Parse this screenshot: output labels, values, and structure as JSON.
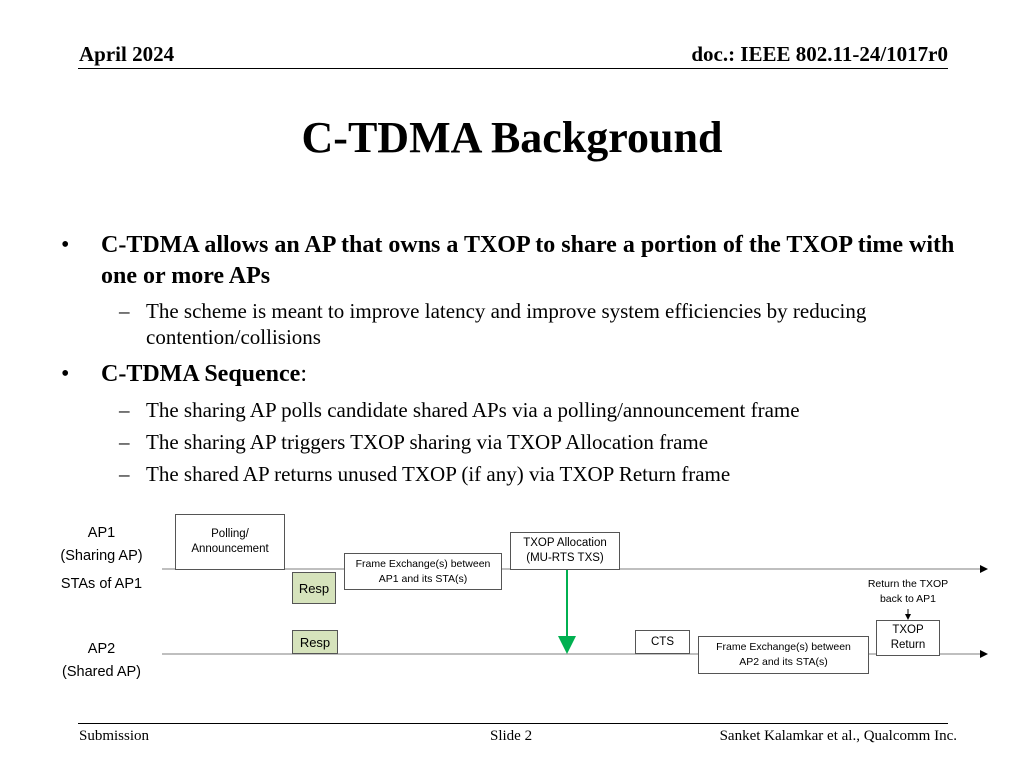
{
  "header": {
    "date": "April 2024",
    "doc": "doc.: IEEE 802.11-24/1017r0"
  },
  "title": "C-TDMA Background",
  "bullets": [
    {
      "text": "C-TDMA allows an AP that owns a TXOP to share a portion of the TXOP time with one or more APs",
      "sub": [
        "The scheme is meant to improve latency and improve system efficiencies by reducing contention/collisions"
      ]
    },
    {
      "text": "C-TDMA Sequence",
      "suffix": ":",
      "sub": [
        "The sharing AP polls candidate shared APs via a polling/announcement frame",
        "The sharing AP triggers TXOP sharing via TXOP Allocation frame",
        "The shared AP returns unused TXOP (if any) via TXOP Return frame"
      ]
    }
  ],
  "diagram": {
    "ap1_label_1": "AP1",
    "ap1_label_2": "(Sharing AP)",
    "stas_label": "STAs of AP1",
    "ap2_label_1": "AP2",
    "ap2_label_2": "(Shared AP)",
    "polling_1": "Polling/",
    "polling_2": "Announcement",
    "fe_ap1_1": "Frame Exchange(s) between",
    "fe_ap1_2": "AP1 and its STA(s)",
    "resp_1": "Resp",
    "txop_alloc_1": "TXOP Allocation",
    "txop_alloc_2": "(MU-RTS TXS)",
    "resp_2": "Resp",
    "cts": "CTS",
    "fe_ap2_1": "Frame Exchange(s) between",
    "fe_ap2_2": "AP2 and its STA(s)",
    "return_note_1": "Return the TXOP",
    "return_note_2": "back to AP1",
    "txop_return_1": "TXOP",
    "txop_return_2": "Return",
    "colors": {
      "resp_fill": "#d6e3bc",
      "allocation_arrow": "#00b050"
    }
  },
  "footer": {
    "left": "Submission",
    "center": "Slide 2",
    "right": "Sanket Kalamkar et al., Qualcomm Inc."
  }
}
